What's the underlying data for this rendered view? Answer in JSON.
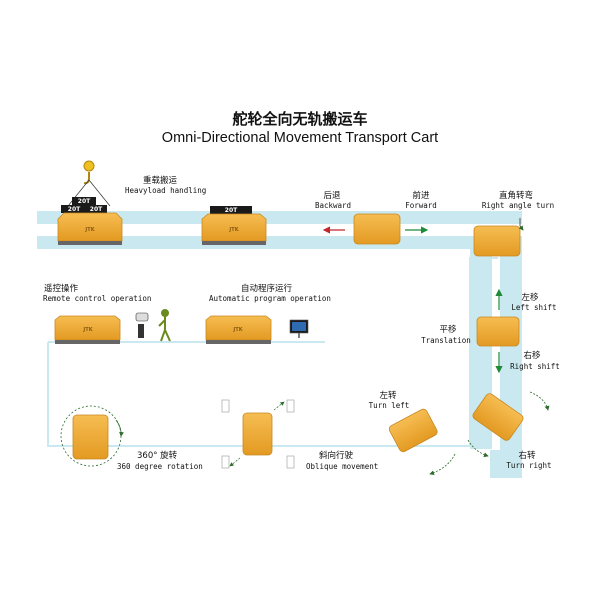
{
  "title": {
    "zh": "舵轮全向无轨搬运车",
    "en": "Omni-Directional Movement Transport Cart"
  },
  "labels": {
    "heavyload": {
      "zh": "重载搬运",
      "en": "Heavyload handling"
    },
    "backward": {
      "zh": "后退",
      "en": "Backward"
    },
    "forward": {
      "zh": "前进",
      "en": "Forward"
    },
    "right_angle": {
      "zh": "直角转弯",
      "en": "Right angle turn"
    },
    "remote": {
      "zh": "遥控操作",
      "en": "Remote control operation"
    },
    "auto": {
      "zh": "自动程序运行",
      "en": "Automatic program operation"
    },
    "left_shift": {
      "zh": "左移",
      "en": "Left shift"
    },
    "translation": {
      "zh": "平移",
      "en": "Translation"
    },
    "right_shift": {
      "zh": "右移",
      "en": "Right shift"
    },
    "turn_left": {
      "zh": "左转",
      "en": "Turn left"
    },
    "turn_right": {
      "zh": "右转",
      "en": "Turn right"
    },
    "rotation": {
      "zh": "360° 旋转",
      "en": "360 degree rotation"
    },
    "oblique": {
      "zh": "斜向行驶",
      "en": "Oblique movement"
    }
  },
  "load_tags": [
    "20T",
    "20T",
    "20T",
    "20T"
  ],
  "cart_logo": "JTK",
  "colors": {
    "track": "#c9e8ef",
    "cart": "#f0a830",
    "cart_edge": "#c98820",
    "arrow_green": "#1e8a3a",
    "arrow_red": "#c0282d",
    "load": "#1a1a1a"
  }
}
